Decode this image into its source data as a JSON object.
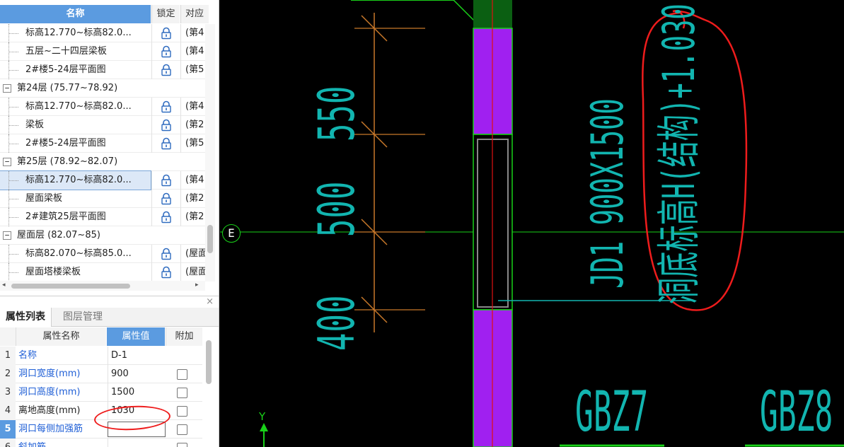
{
  "tree": {
    "headers": {
      "name": "名称",
      "lock": "锁定",
      "corr": "对应"
    },
    "rows": [
      {
        "type": "leaf",
        "name": "标高12.770~标高82.0...",
        "corr": "(第4"
      },
      {
        "type": "leaf",
        "name": "五层~二十四层梁板",
        "corr": "(第4"
      },
      {
        "type": "leaf",
        "name": "2#楼5-24层平面图",
        "corr": "(第5"
      },
      {
        "type": "group",
        "toggle": "−",
        "name": "第24层 (75.77~78.92)"
      },
      {
        "type": "leaf",
        "name": "标高12.770~标高82.0...",
        "corr": "(第4"
      },
      {
        "type": "leaf",
        "name": "梁板",
        "corr": "(第2"
      },
      {
        "type": "leaf",
        "name": "2#楼5-24层平面图",
        "corr": "(第5"
      },
      {
        "type": "group",
        "toggle": "−",
        "name": "第25层 (78.92~82.07)"
      },
      {
        "type": "leaf",
        "name": "标高12.770~标高82.0...",
        "corr": "(第4",
        "selected": true
      },
      {
        "type": "leaf",
        "name": "屋面梁板",
        "corr": "(第2"
      },
      {
        "type": "leaf",
        "name": "2#建筑25层平面图",
        "corr": "(第2"
      },
      {
        "type": "group",
        "toggle": "−",
        "name": "屋面层 (82.07~85)"
      },
      {
        "type": "leaf",
        "name": "标高82.070~标高85.0...",
        "corr": "(屋面"
      },
      {
        "type": "leaf",
        "name": "屋面塔楼梁板",
        "corr": "(屋面"
      }
    ],
    "scroll_left_arrow": "◂",
    "scroll_right_arrow": "▸"
  },
  "properties": {
    "close": "×",
    "tabs": {
      "active": "属性列表",
      "inactive": "图层管理"
    },
    "headers": {
      "name": "属性名称",
      "value": "属性值",
      "add": "附加"
    },
    "rows": [
      {
        "num": "1",
        "name": "名称",
        "value": "D-1",
        "blue": true,
        "checkbox": false
      },
      {
        "num": "2",
        "name": "洞口宽度(mm)",
        "value": "900",
        "blue": true,
        "checkbox": true
      },
      {
        "num": "3",
        "name": "洞口高度(mm)",
        "value": "1500",
        "blue": true,
        "checkbox": true
      },
      {
        "num": "4",
        "name": "离地高度(mm)",
        "value": "1030",
        "blue": false,
        "checkbox": true
      },
      {
        "num": "5",
        "name": "洞口每侧加强筋",
        "value": "",
        "blue": true,
        "checkbox": true,
        "selected": true
      },
      {
        "num": "6",
        "name": "斜加筋",
        "value": "",
        "blue": true,
        "checkbox": true
      }
    ]
  },
  "cad": {
    "axis_label": "E",
    "ucs_y": "Y",
    "dims": [
      "400",
      "500",
      "550"
    ],
    "opening_label": "JD1 900X1500",
    "elevation_label": "洞底标高H(结构)+1.030",
    "wall_tags": [
      "GBZ7",
      "GBZ8"
    ],
    "colors": {
      "text": "#12b5b0",
      "wall": "#a020f0",
      "axis": "#19d119",
      "red_line": "#e01010",
      "dim_line": "#c8782a",
      "annotation": "#ee1c1c"
    }
  }
}
